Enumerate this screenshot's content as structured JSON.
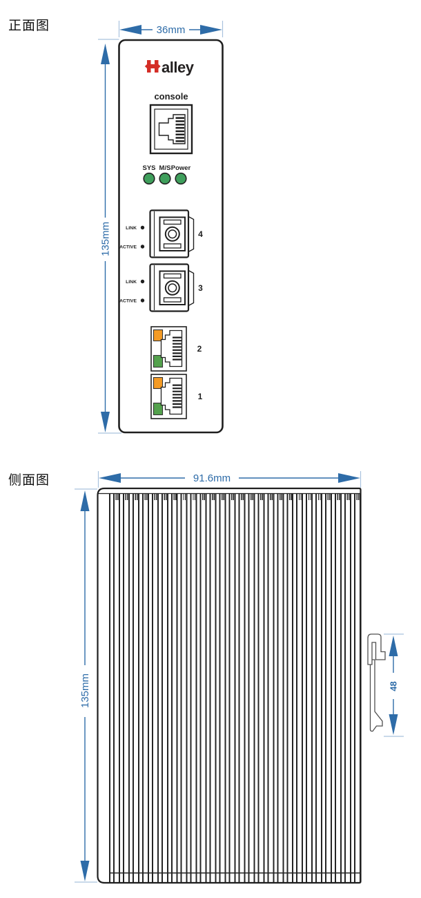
{
  "front_view": {
    "title": "正面图",
    "dimensions": {
      "width": "36mm",
      "height": "135mm"
    },
    "logo": {
      "brand": "halley",
      "suffix": "alley"
    },
    "console": {
      "label": "console"
    },
    "status_leds": {
      "labels": [
        "SYS",
        "M/S",
        "Power"
      ],
      "color": "#3f9f5c"
    },
    "fiber_ports": [
      {
        "number": "4",
        "link_label": "LINK",
        "active_label": "ACTIVE"
      },
      {
        "number": "3",
        "link_label": "LINK",
        "active_label": "ACTIVE"
      }
    ],
    "ethernet_ports": [
      {
        "number": "2",
        "led_top_color": "#f49b25",
        "led_bottom_color": "#54a24d"
      },
      {
        "number": "1",
        "led_top_color": "#f49b25",
        "led_bottom_color": "#54a24d"
      }
    ]
  },
  "side_view": {
    "title": "侧面图",
    "dimensions": {
      "width": "91.6mm",
      "height": "135mm",
      "din_clip": "48"
    }
  },
  "colors": {
    "dimension_blue": "#2e6ca8",
    "extension_line": "#a9c2de",
    "outline_black": "#1f1f1f",
    "logo_red": "#d42d26",
    "led_green": "#3f9f5c",
    "port_led_orange": "#f49b25",
    "port_led_green": "#54a24d"
  }
}
